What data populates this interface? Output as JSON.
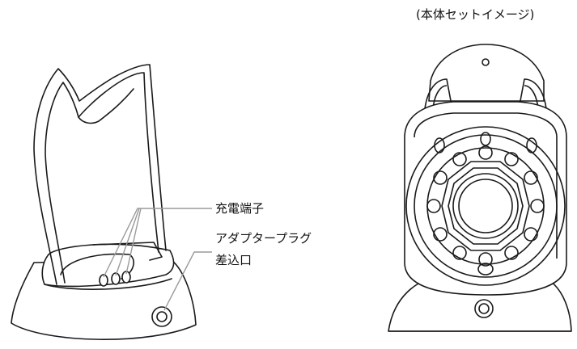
{
  "caption": "(本体セットイメージ)",
  "callouts": {
    "charging_terminal": "充電端子",
    "adapter_plug_line1": "アダプタープラグ",
    "adapter_plug_line2": "差込口"
  },
  "colors": {
    "line": "#1a1a1a",
    "leader": "#9a9a9a",
    "background": "#ffffff"
  }
}
